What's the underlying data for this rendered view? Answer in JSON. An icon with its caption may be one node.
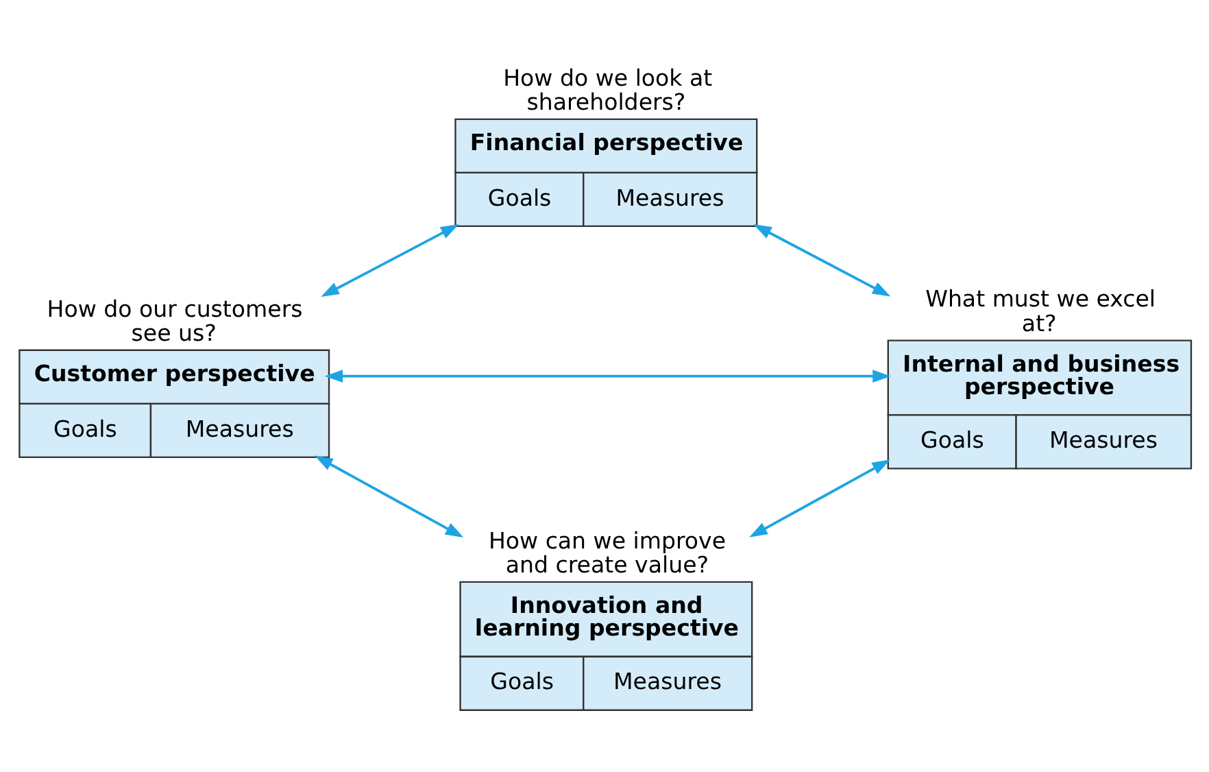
{
  "diagram": {
    "nodes": [
      {
        "text": [
          "Financial perspective",
          "Goals",
          "Measures"
        ],
        "beside": [
          "How do we look at shareholders?"
        ]
      },
      {
        "text": [
          "Customer perspective",
          "Goals",
          "Measures"
        ],
        "beside": [
          "How do our customers see us?"
        ]
      },
      {
        "text": [
          "Internal and business perspective",
          "Goals",
          "Measures"
        ],
        "beside": [
          "What must we excel at?"
        ]
      },
      {
        "text": [
          "Innovation and learning perspective",
          "Goals",
          "Measures"
        ],
        "beside": [
          "How can we improve and create value?"
        ]
      }
    ],
    "edges": [
      {
        "from": 0,
        "to": 1,
        "arrow": "both"
      },
      {
        "from": 0,
        "to": 2,
        "arrow": "both"
      },
      {
        "from": 1,
        "to": 2,
        "arrow": "both"
      },
      {
        "from": 1,
        "to": 3,
        "arrow": "both"
      },
      {
        "from": 3,
        "to": 2,
        "arrow": "both"
      }
    ]
  }
}
